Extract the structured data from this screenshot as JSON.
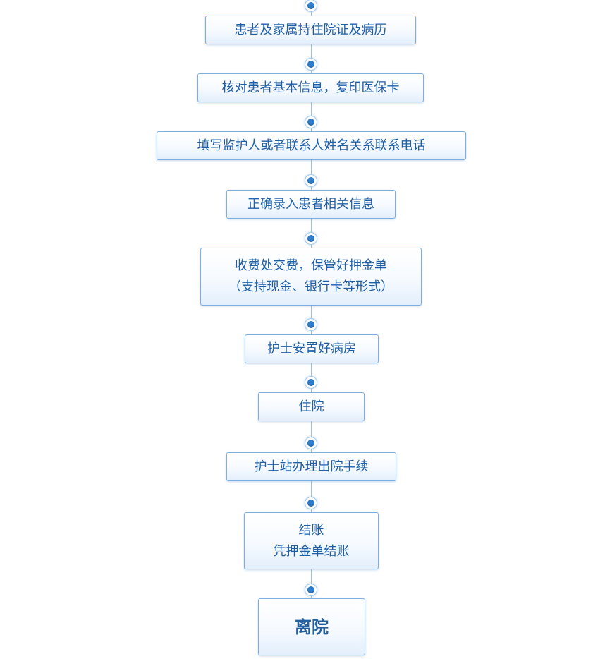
{
  "steps": [
    {
      "lines": [
        "患者及家属持住院证及病历"
      ]
    },
    {
      "lines": [
        "核对患者基本信息，复印医保卡"
      ]
    },
    {
      "lines": [
        "填写监护人或者联系人姓名关系联系电话"
      ]
    },
    {
      "lines": [
        "正确录入患者相关信息"
      ]
    },
    {
      "lines": [
        "收费处交费，保管好押金单",
        "（支持现金、银行卡等形式）"
      ]
    },
    {
      "lines": [
        "护士安置好病房"
      ]
    },
    {
      "lines": [
        "住院"
      ]
    },
    {
      "lines": [
        "护士站办理出院手续"
      ]
    },
    {
      "lines": [
        "结账",
        "凭押金单结账"
      ]
    },
    {
      "lines": [
        "离院"
      ]
    }
  ],
  "colors": {
    "accent": "#2f7fd0",
    "text": "#1f5fa8",
    "border": "#7eaee0"
  }
}
